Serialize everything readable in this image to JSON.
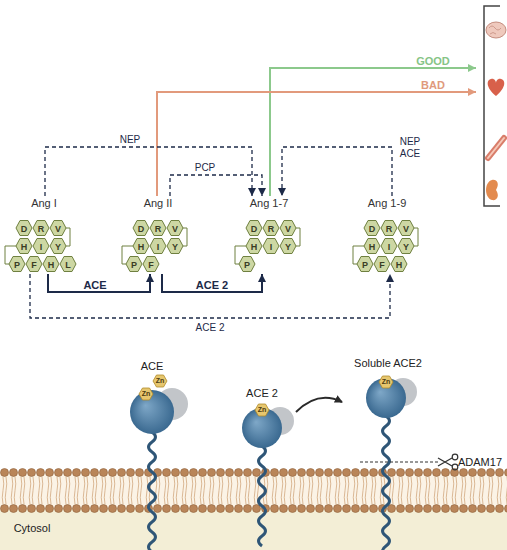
{
  "diagram": {
    "nodes": [
      {
        "text": [
          "Ang I"
        ]
      },
      {
        "text": [
          "Ang II"
        ]
      },
      {
        "text": [
          "Ang 1-7"
        ]
      },
      {
        "text": [
          "Ang 1-9"
        ]
      }
    ],
    "edges": [
      {
        "from": 0,
        "to": 1,
        "label": "ACE",
        "arrow": "to"
      },
      {
        "from": 1,
        "to": 2,
        "label": "ACE 2",
        "arrow": "to"
      },
      {
        "from": 0,
        "to": 3,
        "label": "ACE 2",
        "arrow": "to"
      },
      {
        "from": 0,
        "to": 2,
        "label": "NEP",
        "arrow": "to"
      },
      {
        "from": 1,
        "to": 2,
        "label": "PCP",
        "arrow": "to"
      },
      {
        "from": 3,
        "to": 2,
        "label": "NEP ACE",
        "arrow": "to"
      }
    ],
    "labels": [
      "GOOD",
      "BAD",
      "D",
      "R",
      "V",
      "H",
      "I",
      "Y",
      "P",
      "F",
      "H",
      "L",
      "D",
      "R",
      "V",
      "H",
      "I",
      "Y",
      "P",
      "F",
      "D",
      "R",
      "V",
      "H",
      "I",
      "Y",
      "P",
      "D",
      "R",
      "V",
      "H",
      "I",
      "Y",
      "P",
      "F",
      "H",
      "ACE",
      "Zn",
      "Zn",
      "ACE 2",
      "Zn",
      "Soluble ACE2",
      "Zn",
      "ADAM17",
      "Cytosol"
    ]
  }
}
